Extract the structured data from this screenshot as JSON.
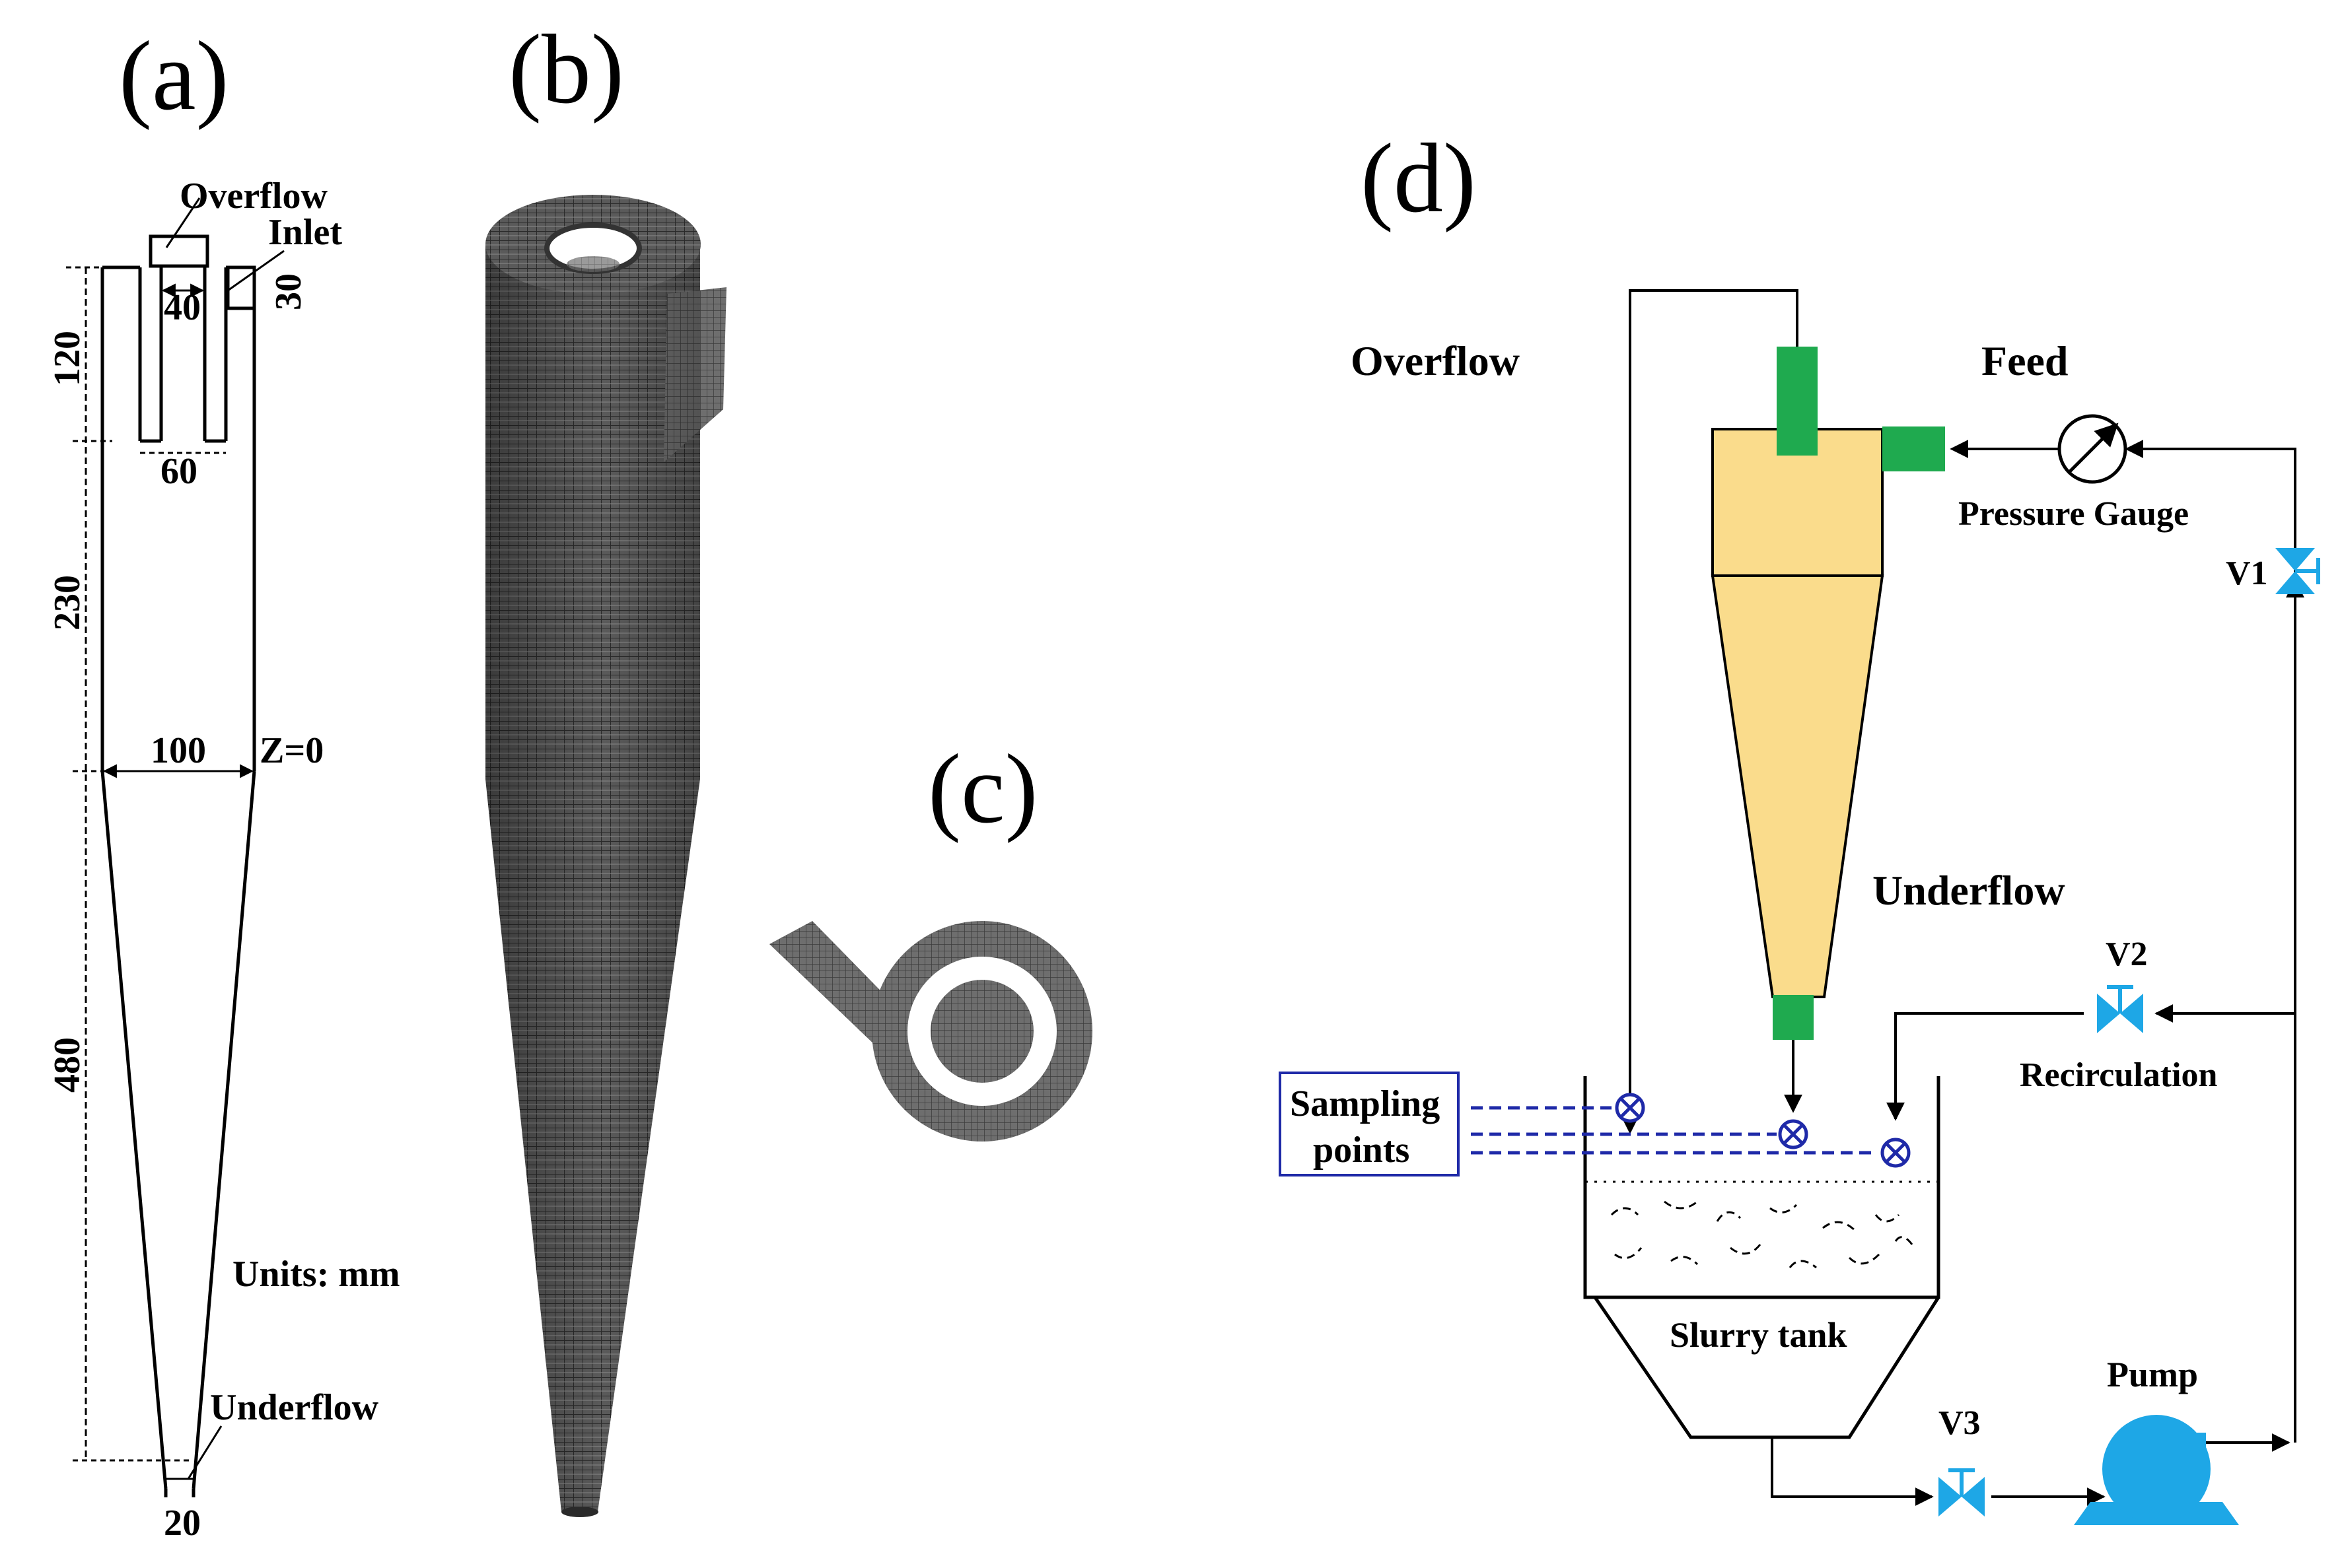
{
  "panels": {
    "a": "(a)",
    "b": "(b)",
    "c": "(c)",
    "d": "(d)"
  },
  "panel_a": {
    "labels": {
      "overflow": "Overflow",
      "inlet": "Inlet",
      "units": "Units: mm",
      "underflow": "Underflow",
      "z0": "Z=0"
    },
    "dimensions": {
      "overflow_diameter": "40",
      "inlet_height": "30",
      "vortex_finder_length": "120",
      "vortex_finder_od": "60",
      "cylinder_length": "230",
      "cylinder_diameter": "100",
      "cone_length": "480",
      "underflow_diameter": "20"
    }
  },
  "panel_d": {
    "labels": {
      "overflow": "Overflow",
      "feed": "Feed",
      "pressure_gauge": "Pressure Gauge",
      "underflow": "Underflow",
      "recirculation": "Recirculation",
      "sampling_line1": "Sampling",
      "sampling_line2": "points",
      "slurry_tank": "Slurry tank",
      "pump": "Pump"
    },
    "valves": {
      "v1": "V1",
      "v2": "V2",
      "v3": "V3"
    }
  },
  "colors": {
    "cyclone_body": "#fadc8c",
    "fittings": "#1faa4f",
    "valves_pump": "#1ea7e6",
    "sampling": "#1f2aa8",
    "lines": "#000000"
  }
}
